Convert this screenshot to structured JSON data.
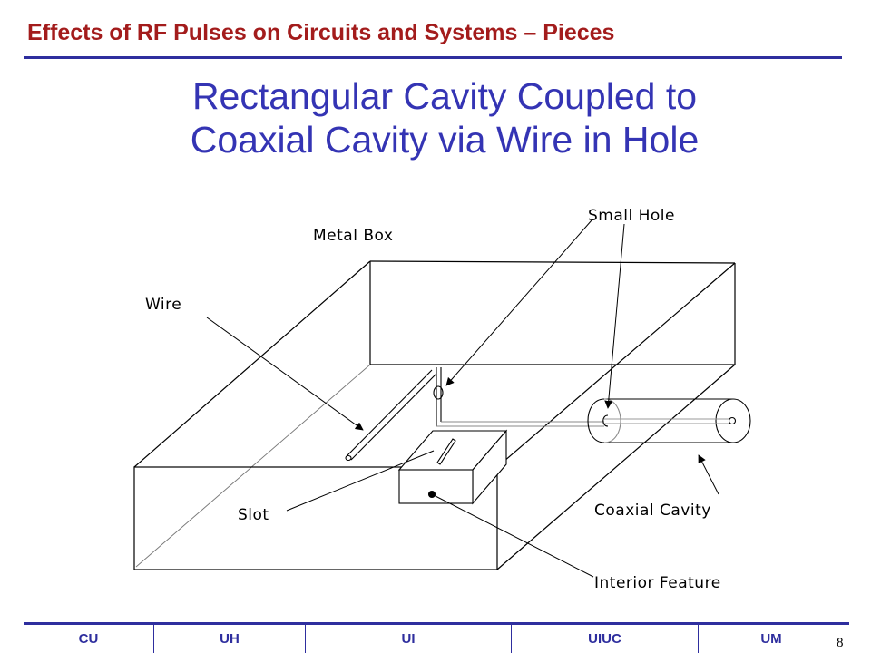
{
  "header": {
    "title": "Effects of RF Pulses on Circuits and Systems – Pieces"
  },
  "slide": {
    "title_line1": "Rectangular Cavity Coupled to",
    "title_line2": "Coaxial Cavity via Wire in Hole"
  },
  "diagram": {
    "labels": {
      "metal_box": "Metal Box",
      "small_hole": "Small Hole",
      "wire": "Wire",
      "slot": "Slot",
      "coaxial_cavity": "Coaxial Cavity",
      "interior_feature": "Interior Feature"
    }
  },
  "footer": {
    "items": [
      "CU",
      "UH",
      "UI",
      "UIUC",
      "UM"
    ],
    "page_number": "8"
  },
  "colors": {
    "header_text": "#a31c1c",
    "title_text": "#3434b4",
    "rule": "#2e2e9e"
  }
}
